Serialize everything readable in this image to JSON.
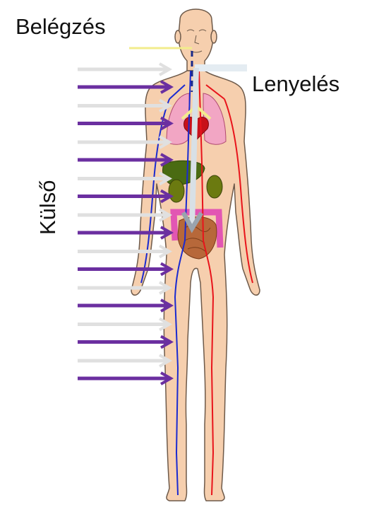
{
  "labels": {
    "inhale": "Belégzés",
    "swallow": "Lenyelés",
    "external": "Külső"
  },
  "arrows": {
    "external_count": 9,
    "external_color": "#6b2fa0",
    "ambient_color": "#e0e0e0"
  },
  "colors": {
    "skin": "#f6cfae",
    "skin_outline": "#6e5a4a",
    "artery": "#e8141b",
    "vein": "#1a2ad0",
    "lung": "#f2a6c4",
    "liver": "#4a6b12",
    "kidney": "#6b7a10",
    "intestine": "#b7683a",
    "colon": "#e256b3",
    "airway": "#f2ec8c",
    "swallow_path": "#e4ecf2",
    "inner_arrow": "#9aa3ad"
  }
}
